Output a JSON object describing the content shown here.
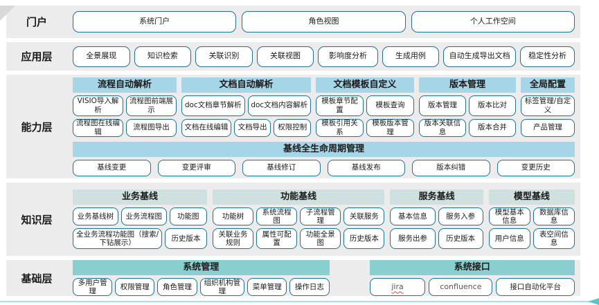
{
  "colors": {
    "band_background": "#ececec",
    "capability_header": "#a7d5e8",
    "knowledge_header": "#cfe0e0",
    "foundation_header": "#8acfcf",
    "box_border": "#1f6f8f",
    "decor_teal": "#58c6c8"
  },
  "portal": {
    "label": "门户",
    "items": [
      "系统门户",
      "角色视图",
      "个人工作空间"
    ]
  },
  "application": {
    "label": "应用层",
    "items": [
      "全景展现",
      "知识检索",
      "关联识别",
      "关联视图",
      "影响度分析",
      "生成用例",
      "自动生成导出文档",
      "稳定性分析"
    ]
  },
  "capability": {
    "label": "能力层",
    "groups": [
      {
        "title": "流程自动解析",
        "row1": [
          "VISIO导入解析",
          "流程图前端展示"
        ],
        "row2": [
          "流程图在线编辑",
          "流程图导出"
        ]
      },
      {
        "title": "文档自动解析",
        "row1": [
          "doc文档章节解析",
          "doc文档内容解析"
        ],
        "row2": [
          "文档在线编辑",
          "文档导出",
          "权限控制"
        ]
      },
      {
        "title": "文档模板自定义",
        "row1": [
          "模板章节配置",
          "模板查询"
        ],
        "row2": [
          "模板引用关系",
          "模板版本管理"
        ]
      },
      {
        "title": "版本管理",
        "row1": [
          "版本管理",
          "版本比对"
        ],
        "row2": [
          "版本关联信息",
          "版本合并"
        ]
      },
      {
        "title": "全局配置",
        "row1": [
          "标签管理/自定义"
        ],
        "row2": [
          "产品管理"
        ]
      }
    ],
    "baseline": {
      "title": "基线全生命周期管理",
      "items": [
        "基线变更",
        "变更评审",
        "基线修订",
        "基线发布",
        "版本纠错",
        "变更历史"
      ]
    }
  },
  "knowledge": {
    "label": "知识层",
    "groups": [
      {
        "title": "业务基线",
        "row1": [
          "业务基线树",
          "业务流程图",
          "功能图"
        ],
        "row2": [
          "全业务流程功能图（搜索/下钻展示）",
          "历史版本"
        ]
      },
      {
        "title": "功能基线",
        "row1": [
          "功能树",
          "系统流程图",
          "子流程管理",
          "关联服务"
        ],
        "row2": [
          "关联业务规则",
          "属性可配置",
          "功能全景图",
          "历史版本"
        ]
      },
      {
        "title": "服务基线",
        "row1": [
          "基本信息",
          "服务入参"
        ],
        "row2": [
          "服务出参",
          "历史版本"
        ]
      },
      {
        "title": "模型基线",
        "row1": [
          "模型基本信息",
          "数据库信息"
        ],
        "row2": [
          "用户信息",
          "表空间信息"
        ]
      }
    ]
  },
  "foundation": {
    "label": "基础层",
    "groups": [
      {
        "title": "系统管理",
        "items": [
          "多用户管理",
          "权限管理",
          "角色管理",
          "组织机构管理",
          "菜单管理",
          "操作日志"
        ]
      },
      {
        "title": "系统接口",
        "items": [
          "jira",
          "confluence",
          "接口自动化平台"
        ]
      }
    ]
  }
}
